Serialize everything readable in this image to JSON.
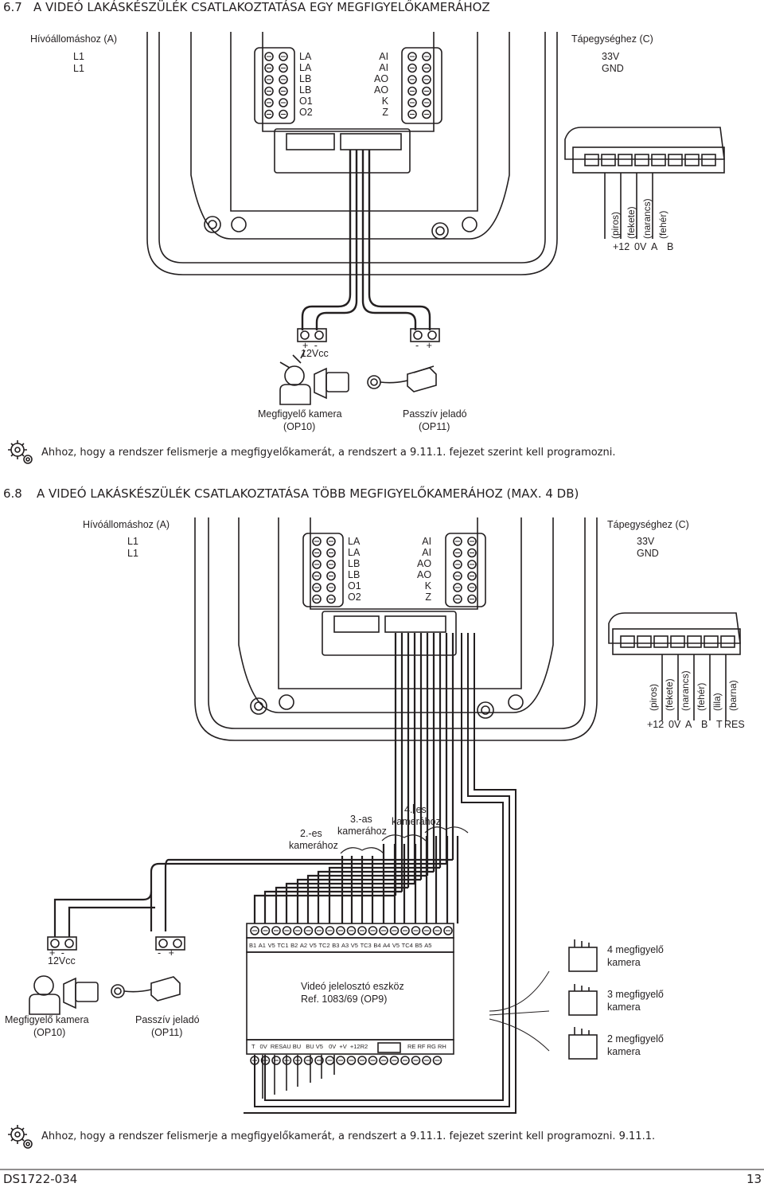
{
  "s1": {
    "num": "6.7",
    "title": "A VIDEÓ LAKÁSKÉSZÜLÉK CSATLAKOZTATÁSA EGY MEGFIGYELŐKAMERÁHOZ",
    "call_station": "Hívóállomáshoz (A)",
    "power": "Tápegységhez (C)",
    "l1a": "L1",
    "l1b": "L1",
    "v33": "33V",
    "gnd": "GND",
    "left_terms": [
      "LA",
      "LA",
      "LB",
      "LB",
      "O1",
      "O2"
    ],
    "right_terms": [
      "AI",
      "AI",
      "AO",
      "AO",
      "K",
      "Z"
    ],
    "wire_colors": [
      "(piros)",
      "(fekete)",
      "(narancs)",
      "(fehér)"
    ],
    "wire_signals": [
      "+12",
      "0V",
      "A",
      "B"
    ],
    "cam_polarity": "+ -",
    "cam_voltage": "12Vcc",
    "pas_polarity": "- +",
    "camera_name": "Megfigyelő kamera",
    "camera_code": "(OP10)",
    "passive_name": "Passzív jeladó",
    "passive_code": "(OP11)",
    "note": "Ahhoz, hogy a rendszer felismerje a megfigyelőkamerát, a rendszert a 9.11.1. fejezet szerint kell programozni."
  },
  "s2": {
    "num": "6.8",
    "title": "A VIDEÓ LAKÁSKÉSZÜLÉK CSATLAKOZTATÁSA TÖBB MEGFIGYELŐKAMERÁHOZ (MAX. 4 DB)",
    "call_station": "Hívóállomáshoz (A)",
    "power": "Tápegységhez (C)",
    "l1a": "L1",
    "l1b": "L1",
    "v33": "33V",
    "gnd": "GND",
    "left_terms": [
      "LA",
      "LA",
      "LB",
      "LB",
      "O1",
      "O2"
    ],
    "right_terms": [
      "AI",
      "AI",
      "AO",
      "AO",
      "K",
      "Z"
    ],
    "wire_colors": [
      "(piros)",
      "(fekete)",
      "(narancs)",
      "(fehér)",
      "(lila)",
      "(barna)"
    ],
    "wire_signals": [
      "+12",
      "0V",
      "A",
      "B",
      "T",
      "RES"
    ],
    "cam2": [
      "2.-es",
      "kamerához"
    ],
    "cam3": [
      "3.-as",
      "kamerához"
    ],
    "cam4": [
      "4.-es",
      "kamerához"
    ],
    "top_terms": [
      "B1",
      "A1",
      "V5",
      "TC1",
      "B2",
      "A2",
      "V5",
      "TC2",
      "B3",
      "A3",
      "V5",
      "TC3",
      "B4",
      "A4",
      "V5",
      "TC4",
      "B5",
      "A5"
    ],
    "bottom_terms": [
      "T",
      "0V",
      "RES",
      "AU",
      "BU",
      "BU",
      "V5",
      "0V",
      "+V",
      "+12",
      "R2",
      "RE",
      "RF",
      "RG",
      "RH"
    ],
    "distributor_name": "Videó jelelosztó eszköz",
    "distributor_ref": "Ref. 1083/69 (OP9)",
    "cam_polarity": "+ -",
    "cam_voltage": "12Vcc",
    "pas_polarity": "- +",
    "camera_name": "Megfigyelő kamera",
    "camera_code": "(OP10)",
    "passive_name": "Passzív jeladó",
    "passive_code": "(OP11)",
    "jumper4": [
      "4 megfigyelő",
      "kamera"
    ],
    "jumper3": [
      "3 megfigyelő",
      "kamera"
    ],
    "jumper2": [
      "2 megfigyelő",
      "kamera"
    ],
    "note": "Ahhoz, hogy a rendszer felismerje a megfigyelőkamerát, a rendszert a 9.11.1. fejezet szerint kell programozni. 9.11.1."
  },
  "footer": {
    "doc": "DS1722-034",
    "page": "13"
  }
}
